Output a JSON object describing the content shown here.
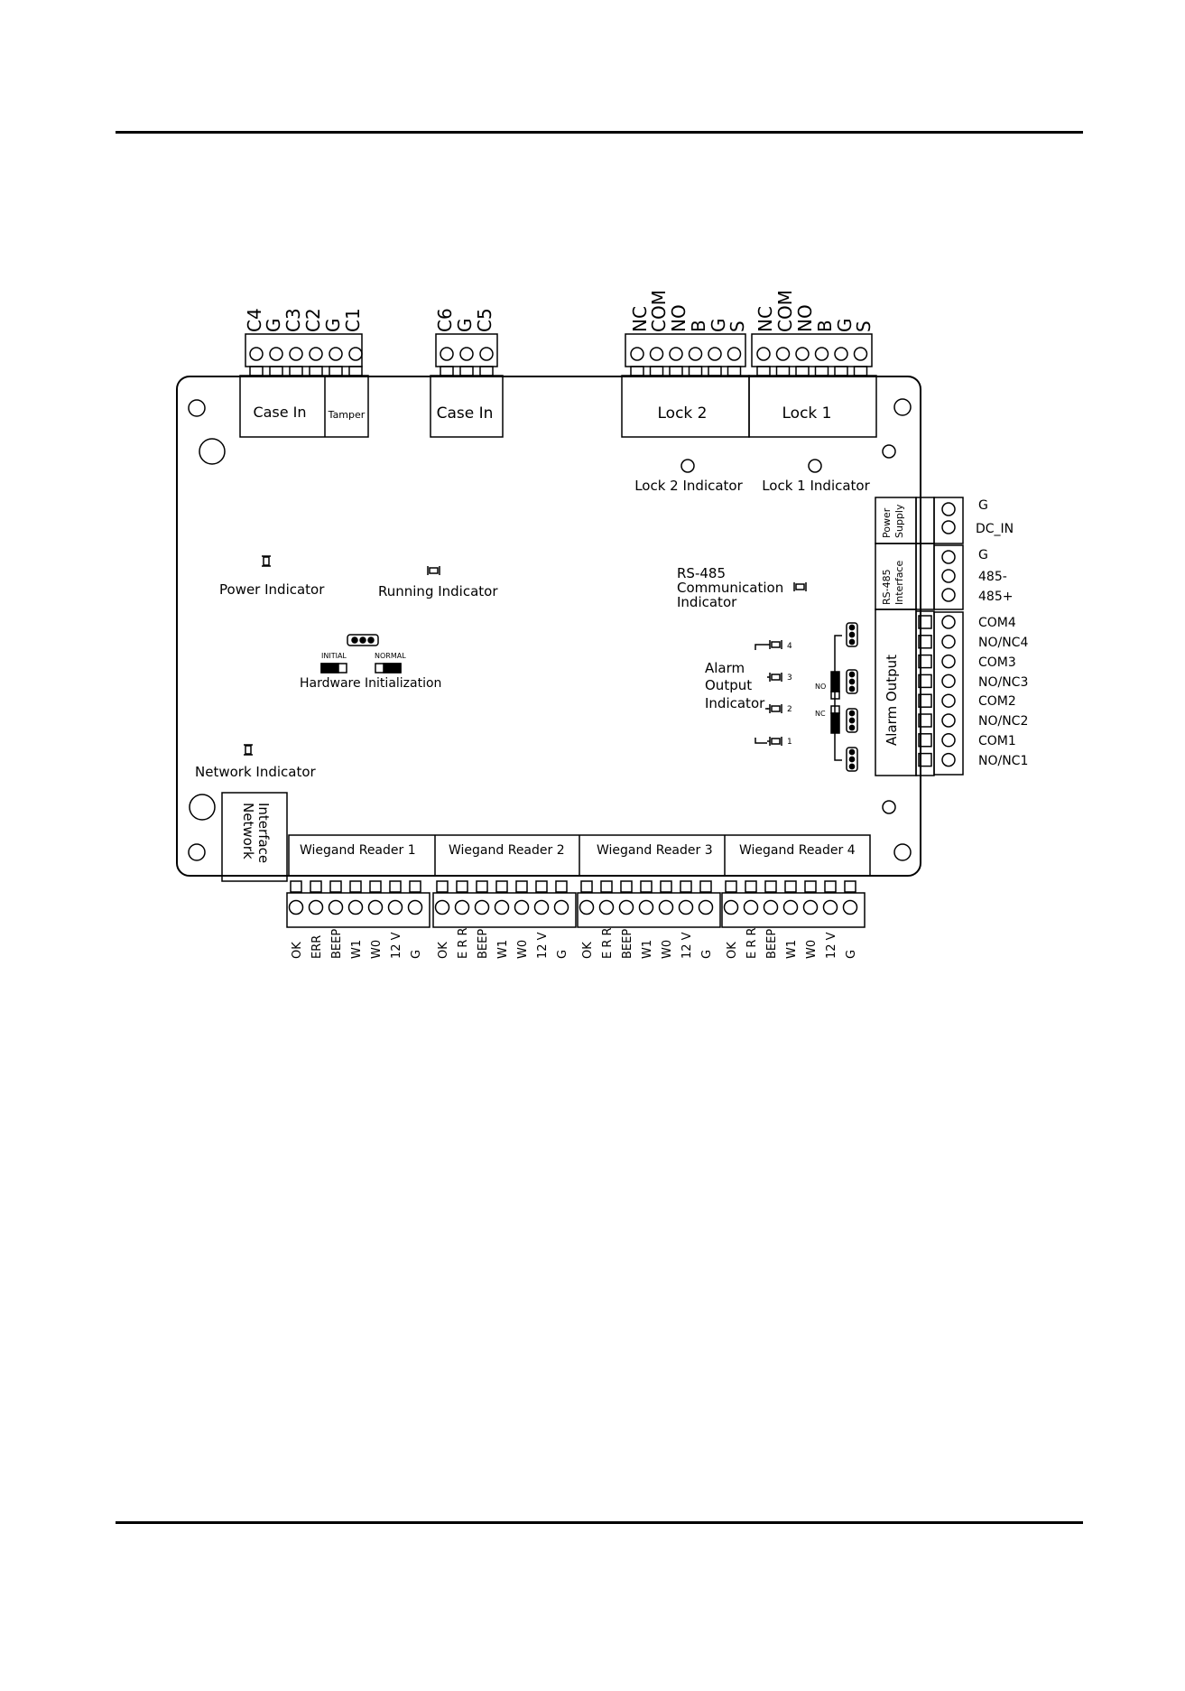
{
  "top_case_in": {
    "terminals": [
      "C4",
      "G",
      "C3",
      "C2",
      "G",
      "C1"
    ],
    "label": "Case In",
    "tamper_label": "Tamper"
  },
  "top_case_in2": {
    "terminals": [
      "C6",
      "G",
      "C5"
    ],
    "label": "Case In"
  },
  "lock2": {
    "terminals": [
      "NC",
      "COM",
      "NO",
      "B",
      "G",
      "S"
    ],
    "label": "Lock 2",
    "indicator": "Lock 2 Indicator"
  },
  "lock1": {
    "terminals": [
      "NC",
      "COM",
      "NO",
      "B",
      "G",
      "S"
    ],
    "label": "Lock 1",
    "indicator": "Lock 1 Indicator"
  },
  "indicators": {
    "power": "Power Indicator",
    "running": "Running Indicator",
    "rs485": [
      "RS-485",
      "Communication",
      "Indicator"
    ],
    "network": "Network Indicator"
  },
  "hardware_init": {
    "initial": "INITIAL",
    "normal": "NORMAL",
    "label": "Hardware Initialization"
  },
  "alarm_indicator": {
    "lines": [
      "Alarm",
      "Output",
      "Indicator"
    ],
    "numbers": [
      "4",
      "3",
      "2",
      "1"
    ],
    "no_label": "NO",
    "nc_label": "NC"
  },
  "power_supply": {
    "label_lines": [
      "Power",
      "Supply"
    ],
    "pins": [
      "G",
      "DC_IN"
    ]
  },
  "rs485_interface": {
    "label_lines": [
      "RS-485",
      "Interface"
    ],
    "pins": [
      "G",
      "485-",
      "485+"
    ]
  },
  "alarm_output": {
    "label": "Alarm Output",
    "pins": [
      "COM4",
      "NO/NC4",
      "COM3",
      "NO/NC3",
      "COM2",
      "NO/NC2",
      "COM1",
      "NO/NC1"
    ]
  },
  "network_interface": {
    "label_lines": [
      "Network",
      "Interface"
    ]
  },
  "wiegand": {
    "readers": [
      {
        "label": "Wiegand Reader 1",
        "pins": [
          "OK",
          "ERR",
          "BEEP",
          "W1",
          "W0",
          "12 V",
          "G"
        ]
      },
      {
        "label": "Wiegand Reader 2",
        "pins": [
          "OK",
          "E R R",
          "BEEP",
          "W1",
          "W0",
          "12 V",
          "G"
        ]
      },
      {
        "label": "Wiegand Reader 3",
        "pins": [
          "OK",
          "E R R",
          "BEEP",
          "W1",
          "W0",
          "12 V",
          "G"
        ]
      },
      {
        "label": "Wiegand Reader 4",
        "pins": [
          "OK",
          "E R R",
          "BEEP",
          "W1",
          "W0",
          "12 V",
          "G"
        ]
      }
    ]
  }
}
